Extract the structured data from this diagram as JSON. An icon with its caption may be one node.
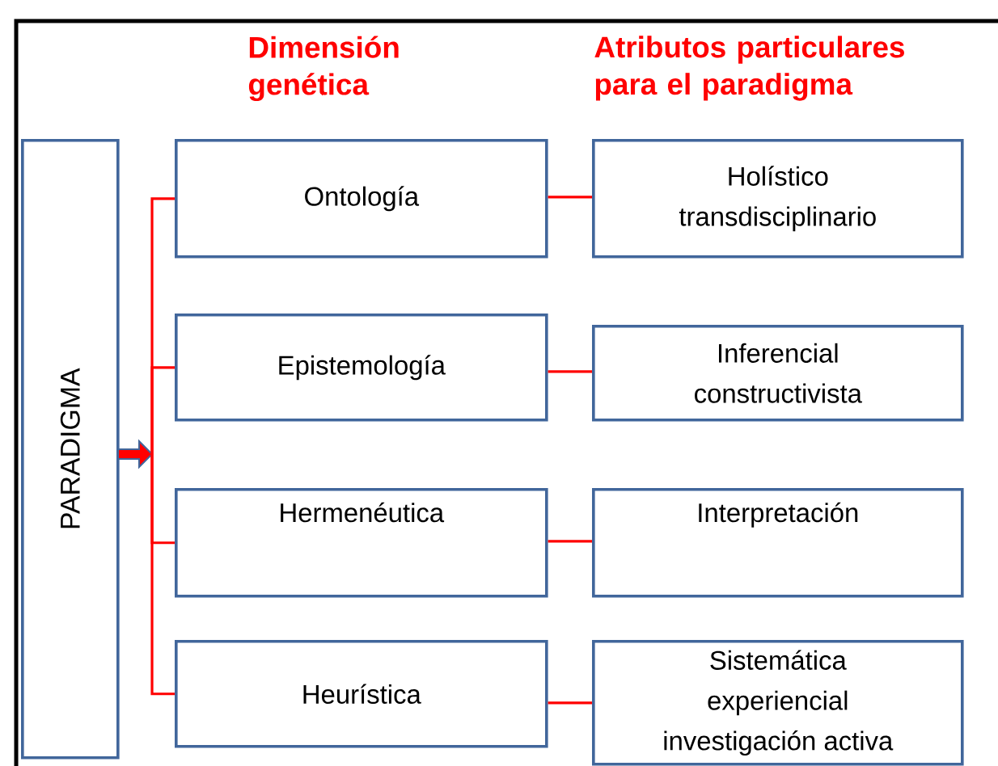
{
  "diagram": {
    "nodes": [
      {
        "text": [
          "PARADIGMA"
        ]
      },
      {
        "text": [
          "Ontología"
        ]
      },
      {
        "text": [
          "Epistemología"
        ]
      },
      {
        "text": [
          "Hermenéutica"
        ]
      },
      {
        "text": [
          "Heurística"
        ]
      },
      {
        "text": [
          "Holístico transdisciplinario"
        ]
      },
      {
        "text": [
          "Inferencial constructivista"
        ]
      },
      {
        "text": [
          "Interpretación"
        ]
      },
      {
        "text": [
          "Sistemática experiencial investigación activa"
        ]
      }
    ],
    "edges": [
      {
        "from": 0,
        "to": null,
        "arrow": "to"
      },
      {
        "from": null,
        "to": 1,
        "arrow": "none"
      },
      {
        "from": null,
        "to": 2,
        "arrow": "none"
      },
      {
        "from": null,
        "to": 3,
        "arrow": "none"
      },
      {
        "from": null,
        "to": 4,
        "arrow": "none"
      },
      {
        "from": 1,
        "to": 5,
        "arrow": "none"
      },
      {
        "from": 2,
        "to": 6,
        "arrow": "none"
      },
      {
        "from": 3,
        "to": 7,
        "arrow": "none"
      },
      {
        "from": 4,
        "to": 8,
        "arrow": "none"
      }
    ],
    "labels": [
      "Dimensión genética",
      "Atributos particulares para el paradigma"
    ]
  }
}
